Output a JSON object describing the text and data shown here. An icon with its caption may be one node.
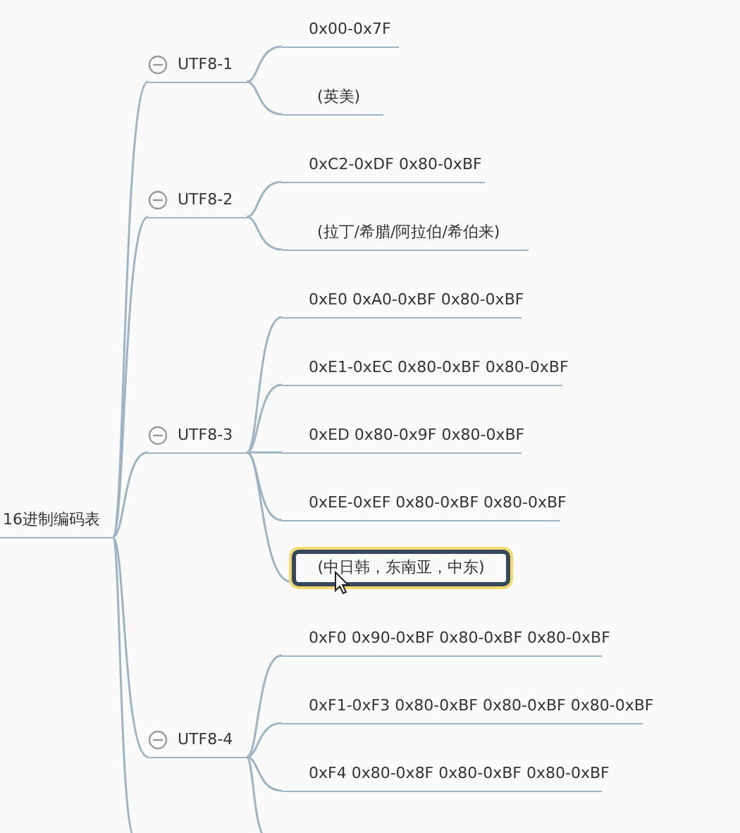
{
  "diagram": {
    "nodes": [
      {
        "text": [
          "16进制编码表"
        ]
      },
      {
        "text": [
          "UTF8-1"
        ]
      },
      {
        "text": [
          "0x00-0x7F"
        ]
      },
      {
        "text": [
          "(英美)"
        ]
      },
      {
        "text": [
          "UTF8-2"
        ]
      },
      {
        "text": [
          "0xC2-0xDF 0x80-0xBF"
        ]
      },
      {
        "text": [
          "(拉丁/希腊/阿拉伯/希伯来)"
        ]
      },
      {
        "text": [
          "UTF8-3"
        ]
      },
      {
        "text": [
          "0xE0 0xA0-0xBF 0x80-0xBF"
        ]
      },
      {
        "text": [
          "0xE1-0xEC 0x80-0xBF 0x80-0xBF"
        ]
      },
      {
        "text": [
          "0xED 0x80-0x9F 0x80-0xBF"
        ]
      },
      {
        "text": [
          "0xEE-0xEF 0x80-0xBF 0x80-0xBF"
        ]
      },
      {
        "text": [
          "(中日韩，东南亚，中东)"
        ]
      },
      {
        "text": [
          "UTF8-4"
        ]
      },
      {
        "text": [
          "0xF0 0x90-0xBF 0x80-0xBF 0x80-0xBF"
        ]
      },
      {
        "text": [
          "0xF1-0xF3 0x80-0xBF 0x80-0xBF 0x80-0xBF"
        ]
      },
      {
        "text": [
          "0xF4 0x80-0x8F 0x80-0xBF 0x80-0xBF"
        ]
      }
    ],
    "edges": [
      {
        "from": 0,
        "to": 1,
        "arrow": "none"
      },
      {
        "from": 1,
        "to": 2,
        "arrow": "none"
      },
      {
        "from": 1,
        "to": 3,
        "arrow": "none"
      },
      {
        "from": 0,
        "to": 4,
        "arrow": "none"
      },
      {
        "from": 4,
        "to": 5,
        "arrow": "none"
      },
      {
        "from": 4,
        "to": 6,
        "arrow": "none"
      },
      {
        "from": 0,
        "to": 7,
        "arrow": "none"
      },
      {
        "from": 7,
        "to": 8,
        "arrow": "none"
      },
      {
        "from": 7,
        "to": 9,
        "arrow": "none"
      },
      {
        "from": 7,
        "to": 10,
        "arrow": "none"
      },
      {
        "from": 7,
        "to": 11,
        "arrow": "none"
      },
      {
        "from": 7,
        "to": 12,
        "arrow": "none"
      },
      {
        "from": 0,
        "to": 13,
        "arrow": "none"
      },
      {
        "from": 13,
        "to": 14,
        "arrow": "none"
      },
      {
        "from": 13,
        "to": 15,
        "arrow": "none"
      },
      {
        "from": 13,
        "to": 16,
        "arrow": "none"
      },
      {
        "from": 13,
        "to": null,
        "arrow": "none"
      },
      {
        "from": 0,
        "to": null,
        "arrow": "none"
      }
    ]
  }
}
